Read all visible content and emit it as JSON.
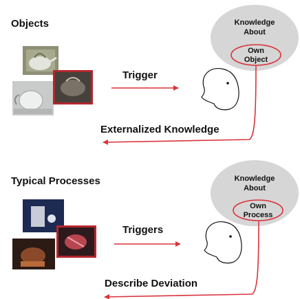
{
  "section1": {
    "title": "Objects",
    "bubble_line1": "Knowledge",
    "bubble_line2": "About",
    "own_line1": "Own",
    "own_line2": "Object",
    "arrow_label": "Trigger",
    "return_label": "Externalized Knowledge"
  },
  "section2": {
    "title": "Typical Processes",
    "bubble_line1": "Knowledge",
    "bubble_line2": "About",
    "own_line1": "Own",
    "own_line2": "Process",
    "arrow_label": "Triggers",
    "return_label": "Describe Deviation"
  },
  "colors": {
    "arrow": "#d9323a",
    "bubble": "#d6d6d6",
    "photo_border": "#b3262c"
  },
  "icons": [
    "head-outline-icon",
    "teapot-photo",
    "process-photo"
  ]
}
